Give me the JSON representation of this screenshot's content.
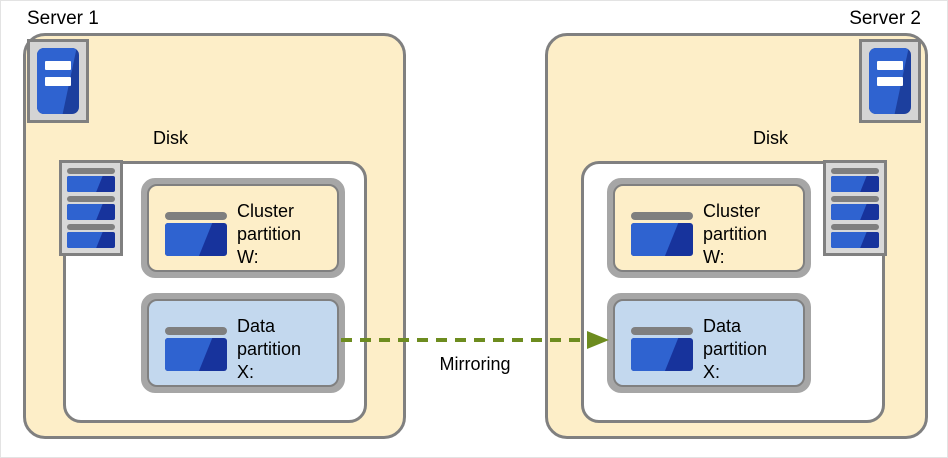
{
  "diagram": {
    "title_type": "two-node-cluster-mirrored-disk",
    "mirroring_label": "Mirroring",
    "arrow_color": "#6d8c1f",
    "colors": {
      "server_fill": "#fdeec8",
      "border_gray": "#808080",
      "data_partition_fill": "#c3d8ee",
      "disk_container_fill": "#ffffff",
      "drive_blue": "#2f63d0",
      "drive_blue_dark": "#17339c"
    }
  },
  "servers": [
    {
      "label": "Server 1",
      "icon": "server-icon",
      "disk": {
        "label": "Disk",
        "stack_icon": "disk-stack-icon",
        "partitions": [
          {
            "icon": "drive-icon",
            "line1": "Cluster",
            "line2": "partition",
            "line3": "W:",
            "kind": "cluster"
          },
          {
            "icon": "drive-icon",
            "line1": "Data",
            "line2": "partition",
            "line3": "X:",
            "kind": "data"
          }
        ]
      }
    },
    {
      "label": "Server 2",
      "icon": "server-icon",
      "disk": {
        "label": "Disk",
        "stack_icon": "disk-stack-icon",
        "partitions": [
          {
            "icon": "drive-icon",
            "line1": "Cluster",
            "line2": "partition",
            "line3": "W:",
            "kind": "cluster"
          },
          {
            "icon": "drive-icon",
            "line1": "Data",
            "line2": "partition",
            "line3": "X:",
            "kind": "data"
          }
        ]
      }
    }
  ]
}
